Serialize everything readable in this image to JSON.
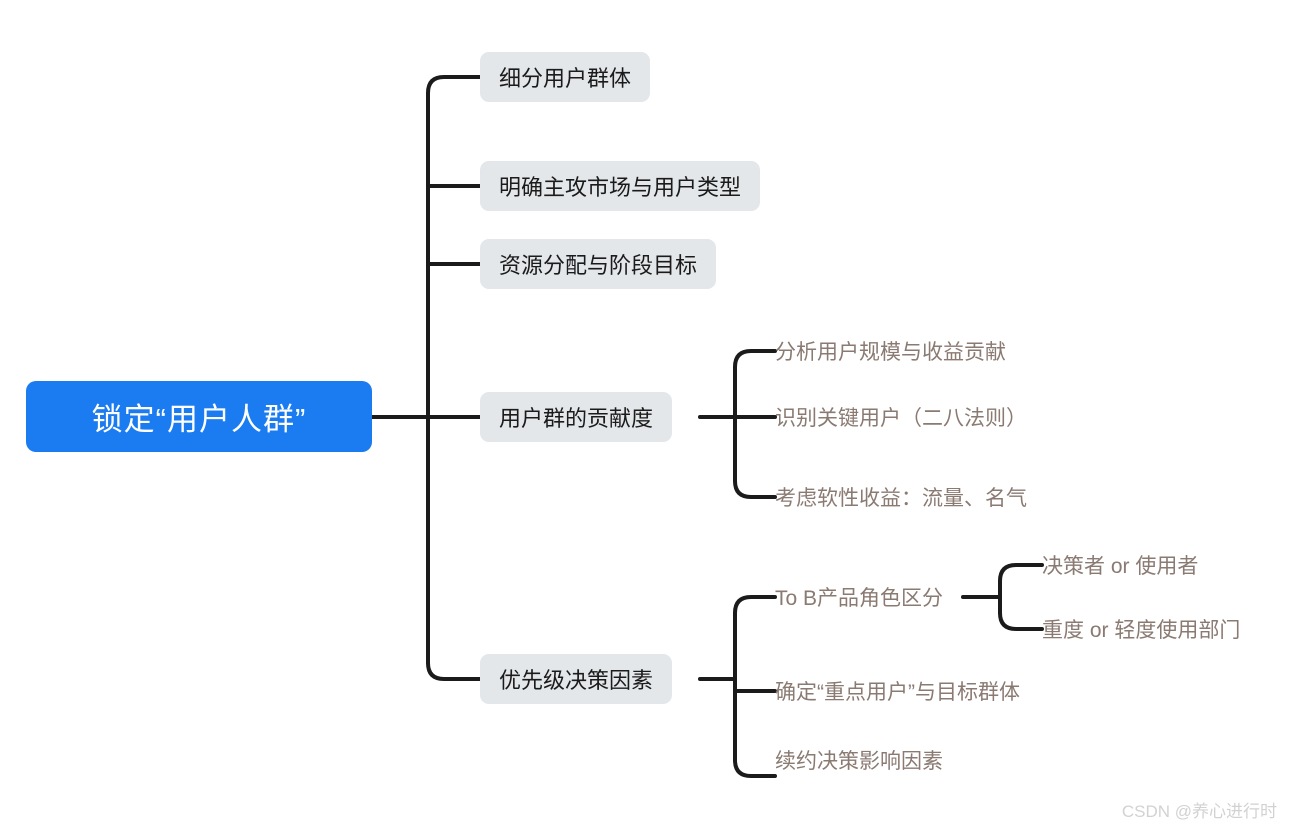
{
  "diagram": {
    "type": "mindmap",
    "title": "锁定“用户人群”",
    "colors": {
      "root_fill": "#1a7cf0",
      "root_text": "#ffffff",
      "branch_fill": "#e3e7ea",
      "branch_text": "#1b1b1b",
      "leaf_text": "#8a7a72",
      "edge": "#1b1b1b",
      "background": "#ffffff",
      "watermark": "#d2d2d2"
    },
    "root": {
      "label": "锁定“用户人群”"
    },
    "branches": [
      {
        "label": "细分用户群体",
        "children": []
      },
      {
        "label": "明确主攻市场与用户类型",
        "children": []
      },
      {
        "label": "资源分配与阶段目标",
        "children": []
      },
      {
        "label": "用户群的贡献度",
        "children": [
          {
            "label": "分析用户规模与收益贡献",
            "children": []
          },
          {
            "label": "识别关键用户（二八法则）",
            "children": []
          },
          {
            "label": "考虑软性收益：流量、名气",
            "children": []
          }
        ]
      },
      {
        "label": "优先级决策因素",
        "children": [
          {
            "label": "To B产品角色区分",
            "children": [
              {
                "label": "决策者 or 使用者"
              },
              {
                "label": "重度 or 轻度使用部门"
              }
            ]
          },
          {
            "label": "确定“重点用户”与目标群体",
            "children": []
          },
          {
            "label": "续约决策影响因素",
            "children": []
          }
        ]
      }
    ]
  },
  "watermark": {
    "text": "CSDN @养心进行时"
  }
}
